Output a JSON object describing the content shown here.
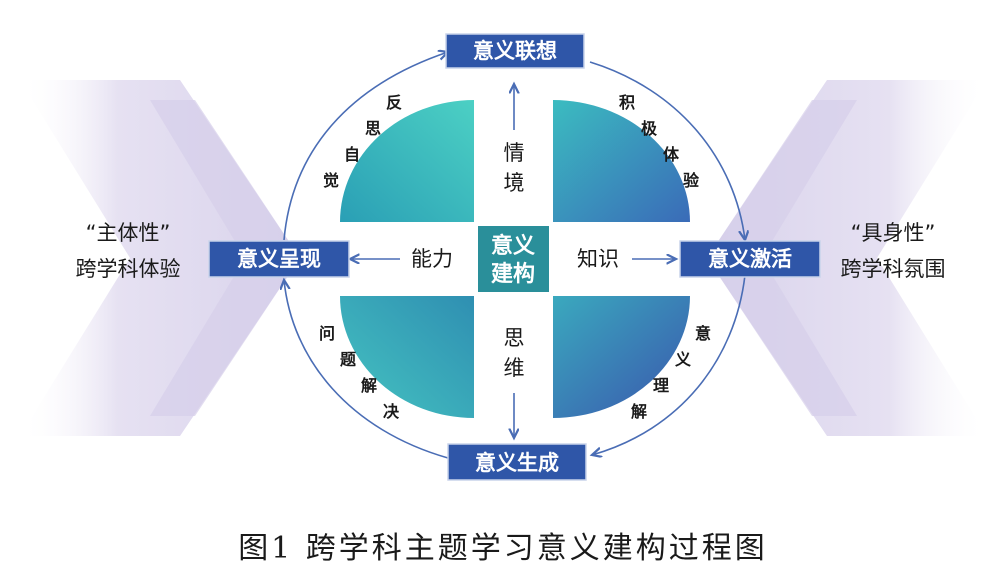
{
  "caption": "图1   跨学科主题学习意义建构过程图",
  "center": {
    "line1": "意义",
    "line2": "建构"
  },
  "boxes": {
    "top": "意义联想",
    "right": "意义激活",
    "bottom": "意义生成",
    "left": "意义呈现"
  },
  "spokes": {
    "top": [
      "情",
      "境"
    ],
    "bottom": [
      "思",
      "维"
    ],
    "left": "能力",
    "right": "知识"
  },
  "arc_labels": {
    "top_left": [
      "反",
      "思",
      "自",
      "觉"
    ],
    "top_right": [
      "积",
      "极",
      "体",
      "验"
    ],
    "bottom_left": [
      "问",
      "题",
      "解",
      "决"
    ],
    "bottom_right": [
      "意",
      "义",
      "理",
      "解"
    ]
  },
  "sides": {
    "left": {
      "line1": "“主体性”",
      "line2": "跨学科体验"
    },
    "right": {
      "line1": "“具身性”",
      "line2": "跨学科氛围"
    }
  },
  "colors": {
    "box_fill": "#2f56a8",
    "quadrant_light": "#3fc2bf",
    "quadrant_dark": "#3a66b8",
    "center_fill": "#2a8f9a",
    "ring": "#4a6db5",
    "side_arrow": "#d8d2ec"
  }
}
